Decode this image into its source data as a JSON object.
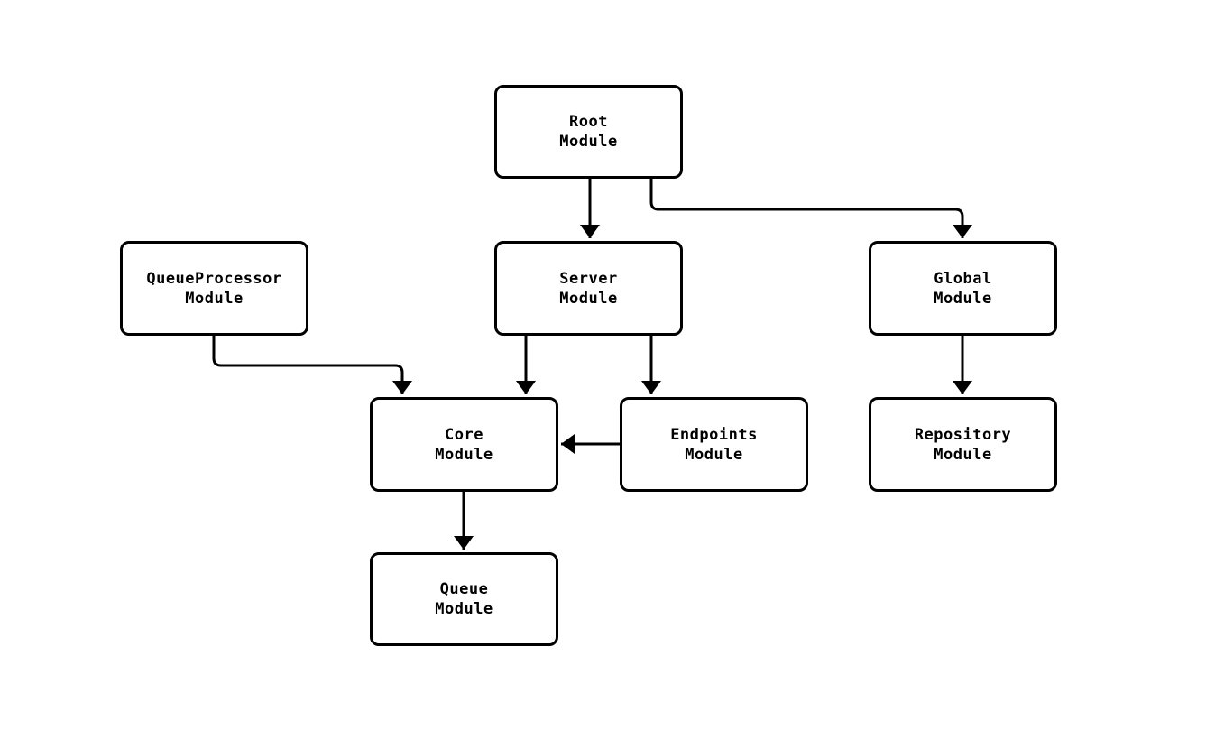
{
  "diagram": {
    "type": "module-dependency-graph",
    "background_color": "#ffffff",
    "stroke_color": "#000000",
    "node_fill_color": "#ffffff",
    "nodes": [
      {
        "id": "root",
        "line1": "Root",
        "line2": "Module"
      },
      {
        "id": "queueprocessor",
        "line1": "QueueProcessor",
        "line2": "Module"
      },
      {
        "id": "server",
        "line1": "Server",
        "line2": "Module"
      },
      {
        "id": "global",
        "line1": "Global",
        "line2": "Module"
      },
      {
        "id": "core",
        "line1": "Core",
        "line2": "Module"
      },
      {
        "id": "endpoints",
        "line1": "Endpoints",
        "line2": "Module"
      },
      {
        "id": "repository",
        "line1": "Repository",
        "line2": "Module"
      },
      {
        "id": "queue",
        "line1": "Queue",
        "line2": "Module"
      }
    ],
    "edges": [
      {
        "from": "root",
        "to": "server"
      },
      {
        "from": "root",
        "to": "global"
      },
      {
        "from": "queueprocessor",
        "to": "core"
      },
      {
        "from": "server",
        "to": "core"
      },
      {
        "from": "server",
        "to": "endpoints"
      },
      {
        "from": "endpoints",
        "to": "core"
      },
      {
        "from": "global",
        "to": "repository"
      },
      {
        "from": "core",
        "to": "queue"
      }
    ]
  }
}
